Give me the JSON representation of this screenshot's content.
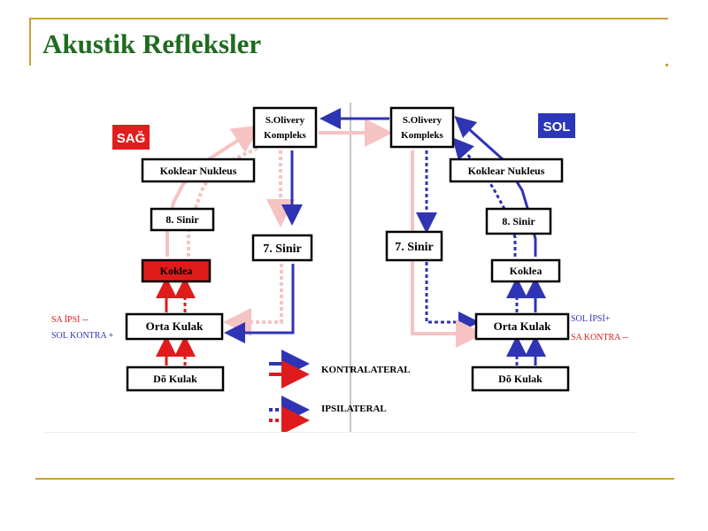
{
  "slide": {
    "title": "Akustik Refleksler"
  },
  "diagram": {
    "side_labels": {
      "left": "SAĞ",
      "right": "SOL"
    },
    "left_boxes": {
      "oliv": "S.Olivery\nKompleks",
      "nuc": "Koklear Nukleus",
      "sinir8": "8. Sinir",
      "koklea": "Koklea",
      "orta": "Orta Kulak",
      "dis": "Dõ Kulak",
      "sinir7": "7. Sinir"
    },
    "right_boxes": {
      "oliv": "S.Olivery\nKompleks",
      "nuc": "Koklear Nukleus",
      "sinir8": "8. Sinir",
      "koklea": "Koklea",
      "orta": "Orta Kulak",
      "dis": "Dõ Kulak",
      "sinir7": "7. Sinir"
    },
    "left_notes": {
      "ipsi": "SA İPSİ --",
      "kontra": "SOL KONTRA +"
    },
    "right_notes": {
      "ipsi": "SOL İPSİ+",
      "kontra": "SA KONTRA --"
    },
    "legend": {
      "solid": "KONTRALATERAL",
      "dotted": "IPSILATERAL"
    },
    "colors": {
      "blue": "#2f34b4",
      "red": "#e01b1b",
      "pink": "#f6c3c3",
      "left_label_bg": "#e21d1d",
      "right_label_bg": "#2c36b8",
      "koklea_fill": "#e01b1b"
    }
  }
}
